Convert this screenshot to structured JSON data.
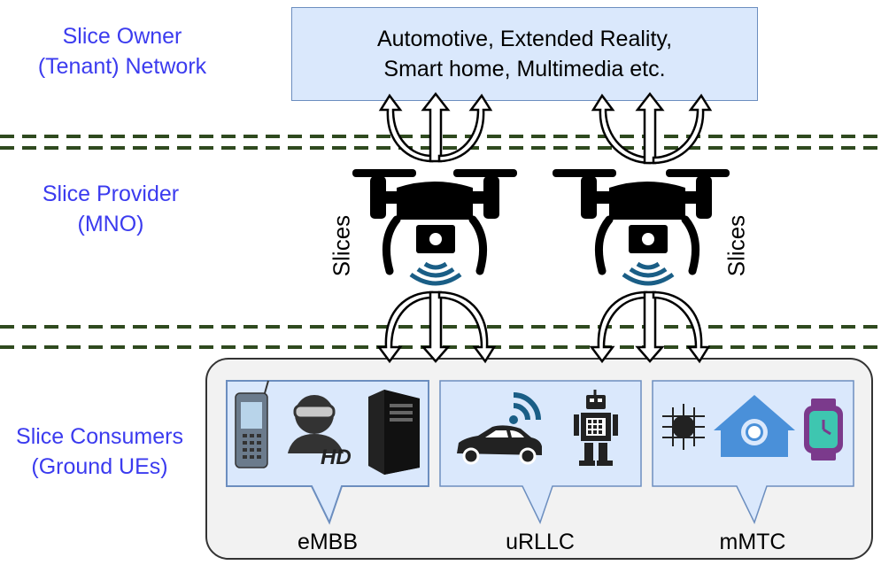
{
  "layers": {
    "owner": [
      "Slice Owner",
      "(Tenant) Network"
    ],
    "provider": [
      "Slice Provider",
      "(MNO)"
    ],
    "consumers": [
      "Slice Consumers",
      "(Ground UEs)"
    ]
  },
  "tenant_box": [
    "Automotive, Extended Reality,",
    "Smart home, Multimedia etc."
  ],
  "slices_label": "Slices",
  "service_classes": {
    "embb": "eMBB",
    "urllc": "uRLLC",
    "mmtc": "mMTC"
  },
  "hd_badge": "HD",
  "colors": {
    "layer_text": "#3b3bef",
    "box_fill": "#dae8fc",
    "box_border": "#6c8ebf",
    "dash_line": "#2f4a1f",
    "signal": "#1a5e86",
    "home": "#4a90d9",
    "watch": "#7b3a8c"
  }
}
